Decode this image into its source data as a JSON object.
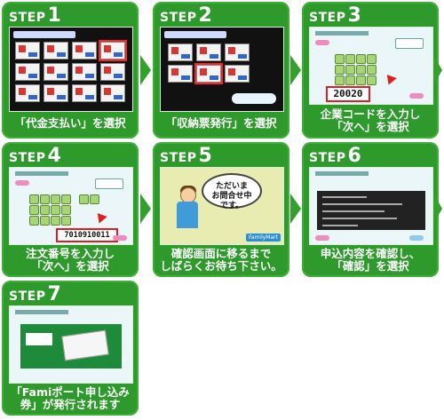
{
  "steps": [
    {
      "word": "STEP",
      "num": "1",
      "caption": "「代金支払い」を選択"
    },
    {
      "word": "STEP",
      "num": "2",
      "caption": "「収納票発行」を選択"
    },
    {
      "word": "STEP",
      "num": "3",
      "caption": "企業コードを入力し\n「次へ」を選択",
      "screen_value": "20020"
    },
    {
      "word": "STEP",
      "num": "4",
      "caption": "注文番号を入力し\n「次へ」を選択",
      "screen_value": "7010910011"
    },
    {
      "word": "STEP",
      "num": "5",
      "caption": "確認画面に移るまで\nしばらくお待ち下さい。",
      "bubble_text": "ただいま\nお問合せ中\nです。",
      "logo_text": "FamilyMart"
    },
    {
      "word": "STEP",
      "num": "6",
      "caption": "申込内容を確認し、\n「確認」を選択"
    },
    {
      "word": "STEP",
      "num": "7",
      "caption": "「Famiポート申し込み\n券」が発行されます"
    }
  ],
  "colors": {
    "panel": "#2f9a2c",
    "arrow": "#33a02c",
    "highlight": "#e02020"
  }
}
